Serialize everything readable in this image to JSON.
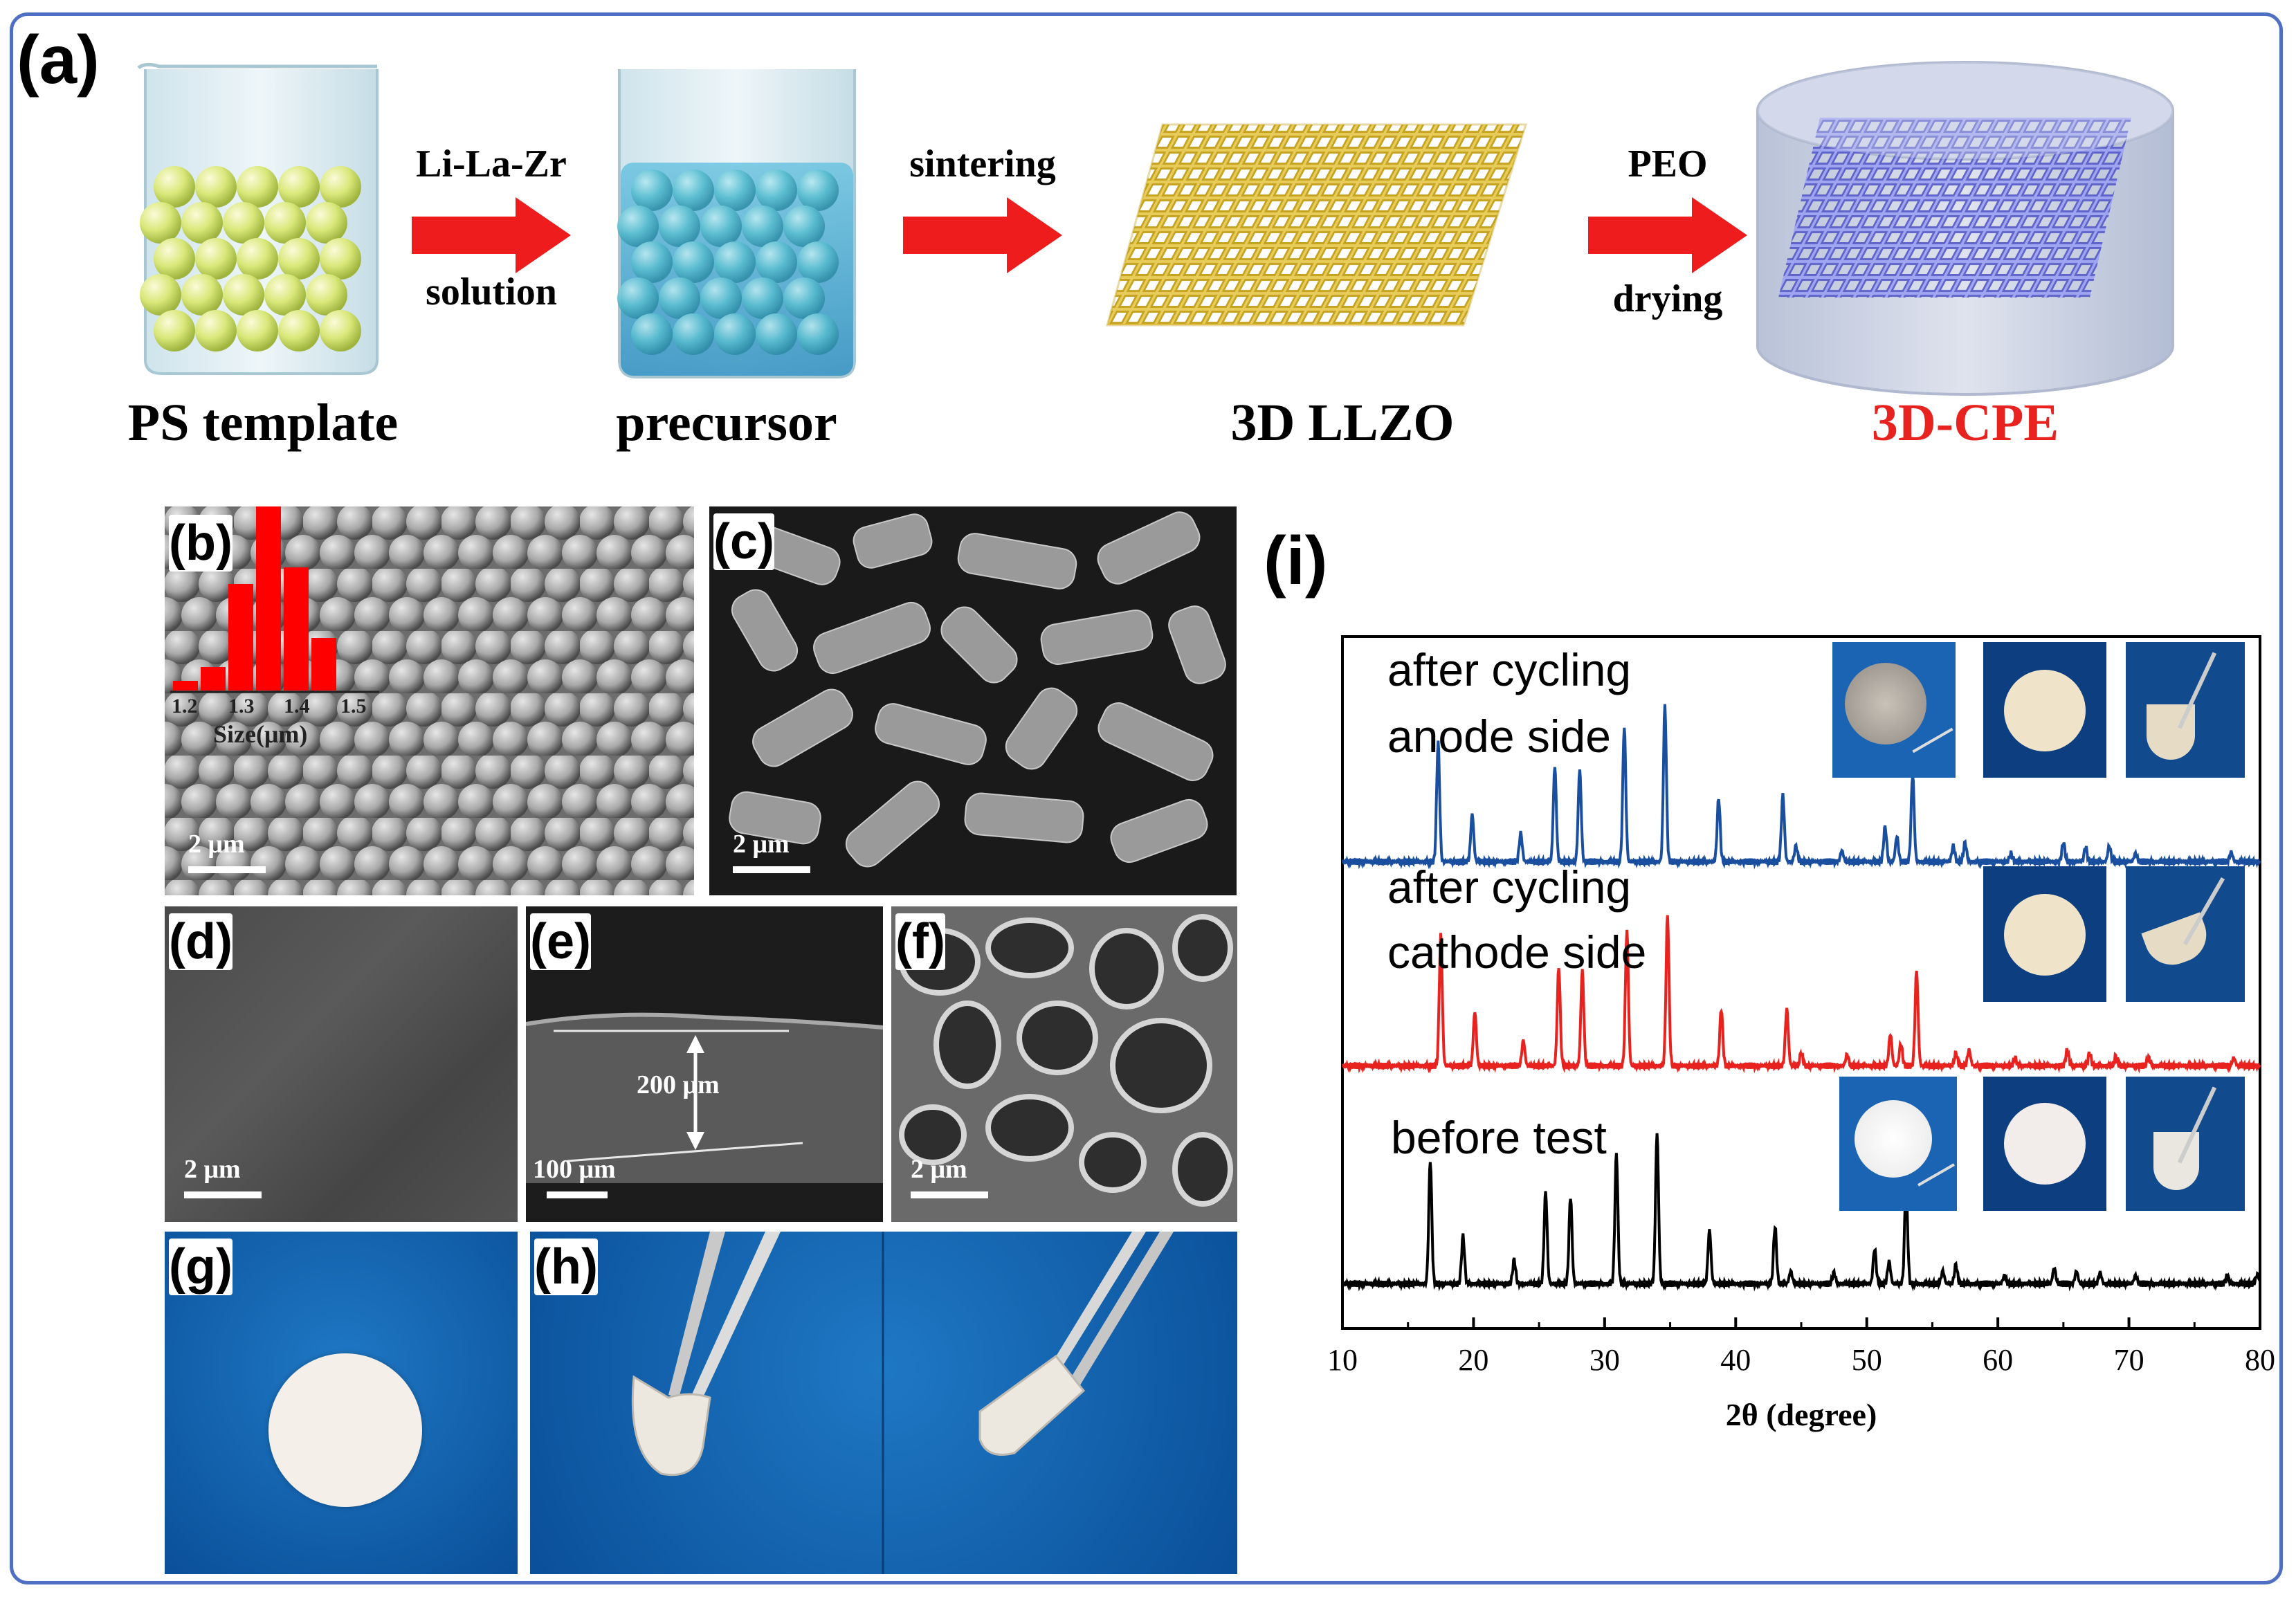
{
  "panel_a": {
    "label": "(a)",
    "steps": [
      {
        "caption": "PS template"
      },
      {
        "caption": "precursor"
      },
      {
        "caption": "3D LLZO"
      },
      {
        "caption": "3D-CPE",
        "color": "#e8231f"
      }
    ],
    "arrows": [
      {
        "top": "Li-La-Zr",
        "bottom": "solution"
      },
      {
        "top": "sintering",
        "bottom": ""
      },
      {
        "top": "PEO",
        "bottom": "drying"
      }
    ],
    "arrow_color": "#ee1c1c"
  },
  "panel_b": {
    "label": "(b)",
    "scale": "2 μm",
    "hist": {
      "xlabel": "Size(μm)",
      "ticks": [
        "1.2",
        "1.3",
        "1.4",
        "1.5"
      ],
      "bar_color": "#ff0000"
    }
  },
  "panel_c": {
    "label": "(c)",
    "scale": "2 μm"
  },
  "panel_d": {
    "label": "(d)",
    "scale": "2 μm"
  },
  "panel_e": {
    "label": "(e)",
    "scale": "100 μm",
    "thickness": "200 μm"
  },
  "panel_f": {
    "label": "(f)",
    "scale": "2 μm"
  },
  "panel_g": {
    "label": "(g)"
  },
  "panel_h": {
    "label": "(h)"
  },
  "panel_i": {
    "label": "(i)"
  },
  "chart_data": {
    "type": "line",
    "title": "",
    "xlabel": "2θ (degree)",
    "ylabel": "",
    "xlim": [
      10,
      80
    ],
    "xticks": [
      10,
      20,
      30,
      40,
      50,
      60,
      70,
      80
    ],
    "series": [
      {
        "name": "before test",
        "color": "#000000",
        "peaks": [
          [
            16.7,
            0.78
          ],
          [
            19.2,
            0.3
          ],
          [
            23.1,
            0.15
          ],
          [
            25.5,
            0.58
          ],
          [
            27.4,
            0.55
          ],
          [
            30.9,
            0.82
          ],
          [
            34.0,
            0.95
          ],
          [
            38.0,
            0.34
          ],
          [
            43.0,
            0.36
          ],
          [
            44.2,
            0.08
          ],
          [
            47.5,
            0.07
          ],
          [
            50.6,
            0.22
          ],
          [
            51.7,
            0.14
          ],
          [
            53.0,
            0.62
          ],
          [
            55.8,
            0.08
          ],
          [
            56.8,
            0.12
          ],
          [
            60.5,
            0.05
          ],
          [
            64.3,
            0.1
          ],
          [
            66.0,
            0.08
          ],
          [
            67.8,
            0.07
          ],
          [
            70.5,
            0.05
          ],
          [
            77.5,
            0.05
          ],
          [
            79.8,
            0.06
          ]
        ]
      },
      {
        "name": "after cycling cathode side",
        "color": "#e8231f",
        "peaks": [
          [
            17.5,
            0.82
          ],
          [
            20.1,
            0.34
          ],
          [
            23.8,
            0.16
          ],
          [
            26.5,
            0.62
          ],
          [
            28.3,
            0.6
          ],
          [
            31.7,
            0.85
          ],
          [
            34.8,
            0.95
          ],
          [
            38.9,
            0.36
          ],
          [
            43.9,
            0.36
          ],
          [
            45.0,
            0.08
          ],
          [
            48.5,
            0.07
          ],
          [
            51.8,
            0.2
          ],
          [
            52.6,
            0.14
          ],
          [
            53.8,
            0.6
          ],
          [
            56.8,
            0.08
          ],
          [
            57.8,
            0.1
          ],
          [
            61.3,
            0.05
          ],
          [
            65.3,
            0.1
          ],
          [
            67.0,
            0.08
          ],
          [
            69.0,
            0.06
          ],
          [
            71.5,
            0.05
          ],
          [
            78.0,
            0.05
          ]
        ]
      },
      {
        "name": "after cycling anode side",
        "color": "#1a4fa0",
        "peaks": [
          [
            17.3,
            0.75
          ],
          [
            19.9,
            0.3
          ],
          [
            23.6,
            0.18
          ],
          [
            26.2,
            0.6
          ],
          [
            28.1,
            0.58
          ],
          [
            31.5,
            0.85
          ],
          [
            34.6,
            0.98
          ],
          [
            38.7,
            0.4
          ],
          [
            43.6,
            0.42
          ],
          [
            44.6,
            0.1
          ],
          [
            48.1,
            0.07
          ],
          [
            51.4,
            0.22
          ],
          [
            52.3,
            0.16
          ],
          [
            53.5,
            0.55
          ],
          [
            56.6,
            0.1
          ],
          [
            57.5,
            0.12
          ],
          [
            61.0,
            0.05
          ],
          [
            65.0,
            0.12
          ],
          [
            66.7,
            0.09
          ],
          [
            68.5,
            0.1
          ],
          [
            70.5,
            0.05
          ],
          [
            77.8,
            0.06
          ]
        ]
      }
    ],
    "annotations": [
      {
        "lines": [
          "after cycling",
          "anode side"
        ]
      },
      {
        "lines": [
          "after cycling",
          "cathode side"
        ]
      },
      {
        "lines": [
          "before test"
        ]
      }
    ]
  }
}
